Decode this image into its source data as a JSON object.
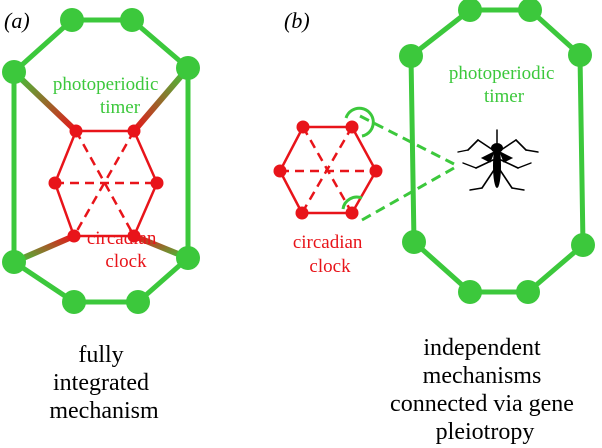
{
  "panel_a": {
    "label": "(a)",
    "timer_lines": [
      "photoperiodic",
      "timer"
    ],
    "clock_lines": [
      "circadian",
      "clock"
    ],
    "caption_lines": [
      "fully",
      "integrated",
      "mechanism"
    ]
  },
  "panel_b": {
    "label": "(b)",
    "timer_lines": [
      "photoperiodic",
      "timer"
    ],
    "clock_lines": [
      "circadian",
      "clock"
    ],
    "caption_lines": [
      "independent",
      "mechanisms",
      "connected via gene",
      "pleiotropy"
    ]
  },
  "colors": {
    "green": "#3cc83c",
    "red": "#e8141a",
    "text": "#000000"
  },
  "icons": {
    "insect": "mosquito-icon"
  }
}
